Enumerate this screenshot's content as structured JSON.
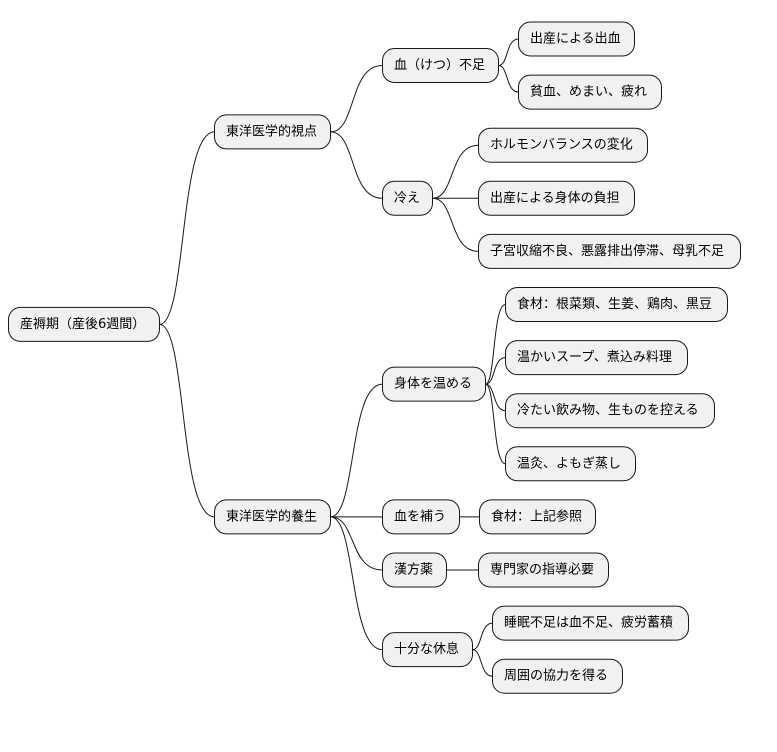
{
  "mindmap": {
    "root": {
      "label": "産褥期（産後6週間）",
      "children": [
        {
          "label": "東洋医学的視点",
          "children": [
            {
              "label": "血（けつ）不足",
              "children": [
                {
                  "label": "出産による出血"
                },
                {
                  "label": "貧血、めまい、疲れ"
                }
              ]
            },
            {
              "label": "冷え",
              "children": [
                {
                  "label": "ホルモンバランスの変化"
                },
                {
                  "label": "出産による身体の負担"
                },
                {
                  "label": "子宮収縮不良、悪露排出停滞、母乳不足"
                }
              ]
            }
          ]
        },
        {
          "label": "東洋医学的養生",
          "children": [
            {
              "label": "身体を温める",
              "children": [
                {
                  "label": "食材：根菜類、生姜、鶏肉、黒豆"
                },
                {
                  "label": "温かいスープ、煮込み料理"
                },
                {
                  "label": "冷たい飲み物、生ものを控える"
                },
                {
                  "label": "温灸、よもぎ蒸し"
                }
              ]
            },
            {
              "label": "血を補う",
              "children": [
                {
                  "label": "食材：上記参照"
                }
              ]
            },
            {
              "label": "漢方薬",
              "children": [
                {
                  "label": "専門家の指導必要"
                }
              ]
            },
            {
              "label": "十分な休息",
              "children": [
                {
                  "label": "睡眠不足は血不足、疲労蓄積"
                },
                {
                  "label": "周囲の協力を得る"
                }
              ]
            }
          ]
        }
      ]
    }
  }
}
